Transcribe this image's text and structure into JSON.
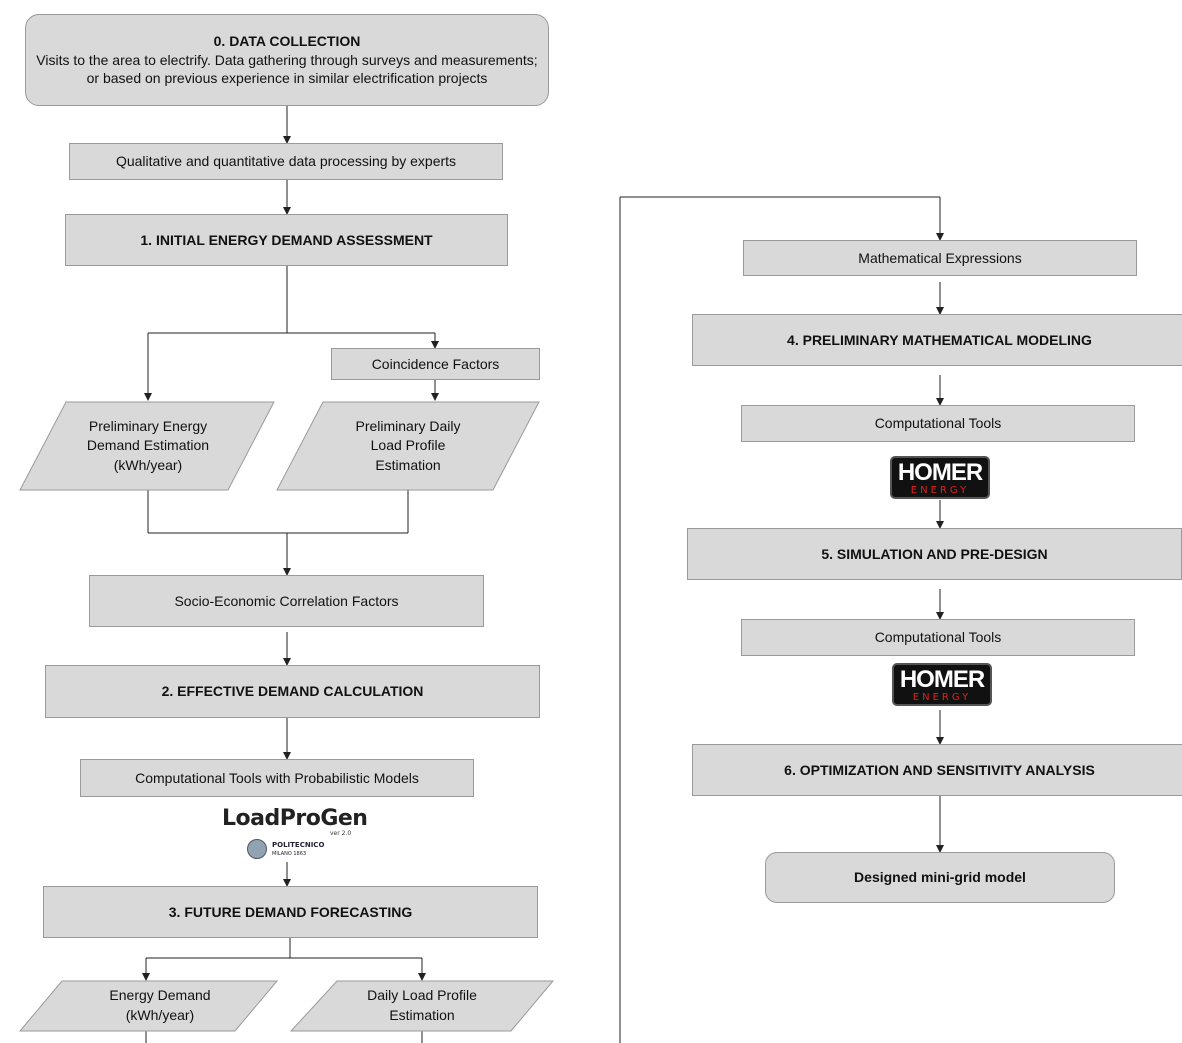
{
  "nodes": {
    "data_collection": {
      "title": "0. DATA COLLECTION",
      "text": "Visits to the area to electrify. Data gathering through surveys and measurements; or based on previous experience in similar electrification projects"
    },
    "data_processing": "Qualitative and quantitative data processing by experts",
    "initial_assessment": "1. INITIAL ENERGY DEMAND ASSESSMENT",
    "coincidence_factors": "Coincidence Factors",
    "prelim_energy_demand": "Preliminary Energy Demand Estimation (kWh/year)",
    "prelim_load_profile": "Preliminary Daily Load Profile Estimation",
    "socio_economic": "Socio-Economic Correlation Factors",
    "effective_demand": "2. EFFECTIVE DEMAND CALCULATION",
    "comp_tools_prob": "Computational Tools with Probabilistic Models",
    "future_forecasting": "3. FUTURE DEMAND FORECASTING",
    "energy_demand": "Energy Demand (kWh/year)",
    "daily_load_profile": "Daily Load Profile Estimation",
    "math_expressions": "Mathematical Expressions",
    "prelim_math_modeling": "4. PRELIMINARY MATHEMATICAL MODELING",
    "comp_tools_1": "Computational Tools",
    "simulation": "5. SIMULATION AND PRE-DESIGN",
    "comp_tools_2": "Computational Tools",
    "optimization": "6. OPTIMIZATION AND SENSITIVITY ANALYSIS",
    "designed_model": "Designed mini-grid model"
  },
  "logos": {
    "loadprogen": {
      "name": "LoadProGen",
      "version": "ver 2.0",
      "institution": "POLITECNICO",
      "institution_sub": "MILANO 1863"
    },
    "homer": {
      "name": "HOMER",
      "sub": "ENERGY"
    }
  },
  "colors": {
    "box_fill": "#d9d9d9",
    "box_border": "#9a9a9a",
    "line": "#222222",
    "homer_red": "#e02020"
  }
}
